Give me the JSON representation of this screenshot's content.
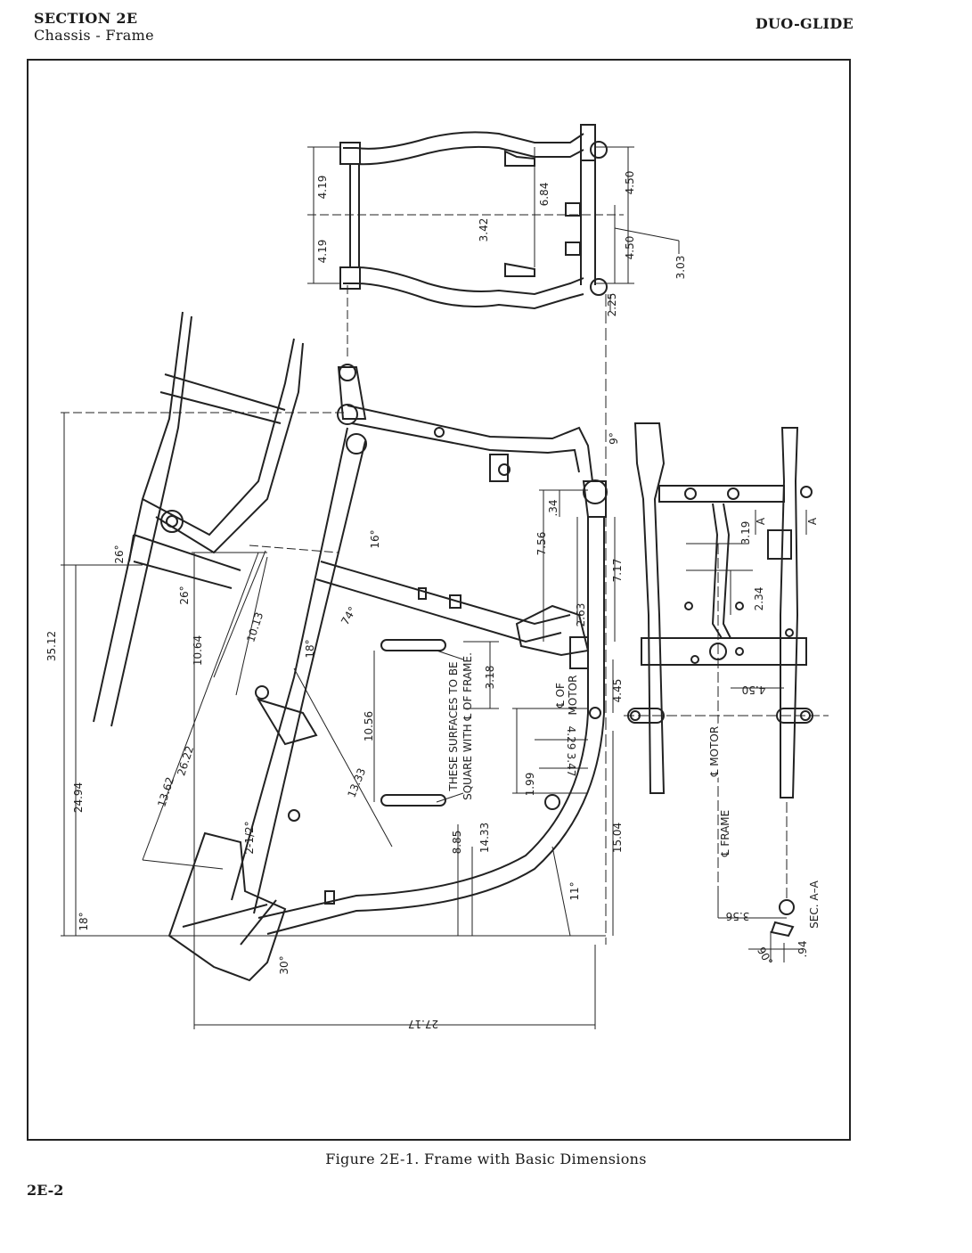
{
  "header": {
    "section_code": "SECTION 2E",
    "section_title": "Chassis - Frame",
    "manual_name": "DUO-GLIDE"
  },
  "figure": {
    "caption": "Figure 2E-1. Frame with Basic Dimensions",
    "dimensions": {
      "d_4_19_upper": "4.19",
      "d_4_19_lower": "4.19",
      "d_6_84": "6.84",
      "d_3_42": "3.42",
      "d_4_50_upper": "4.50",
      "d_4_50_lower": "4.50",
      "d_3_03": "3.03",
      "d_2_25": "2.25",
      "d_35_12": "35.12",
      "d_24_94": "24.94",
      "d_10_64": "10.64",
      "d_10_13": "10.13",
      "d_26_22": "26.22",
      "d_13_62": "13.62",
      "d_13_33": "13.33",
      "d_10_56": "10.56",
      "d_3_18": "3.18",
      "d_8_85": "8.85",
      "d_14_33": "14.33",
      "d_1_99": "1.99",
      "d_3_47": "3.47",
      "d_4_29": "4.29",
      "d_2_63": "2.63",
      "d_7_56": "7.56",
      "d_34": ".34",
      "d_7_17": "7.17",
      "d_4_45": "4.45",
      "d_15_04": "15.04",
      "d_27_17": "27.17",
      "d_3_19": "3.19",
      "d_2_34": "2.34",
      "d_4_50_sec": "4.50",
      "d_3_56": "3.56",
      "d_94": ".94"
    },
    "angles": {
      "a_26_upper": "26°",
      "a_26_lower": "26°",
      "a_16": "16°",
      "a_74": "74°",
      "a_18_mid": "18°",
      "a_18_base": "18°",
      "a_2_half": "2-1/2°",
      "a_30": "30°",
      "a_11": "11°",
      "a_9": "9°",
      "a_90": "90°"
    },
    "notes": {
      "surfaces_line1": "THESE SURFACES TO BE",
      "surfaces_line2": "SQUARE WITH ℄ OF FRAME.",
      "cl_of": "℄ OF",
      "motor": "MOTOR",
      "cl_motor": "℄ MOTOR",
      "cl_frame": "℄ FRAME",
      "section_aa": "SEC. A–A",
      "marker_a": "A"
    }
  },
  "page": {
    "number": "2E-2"
  }
}
